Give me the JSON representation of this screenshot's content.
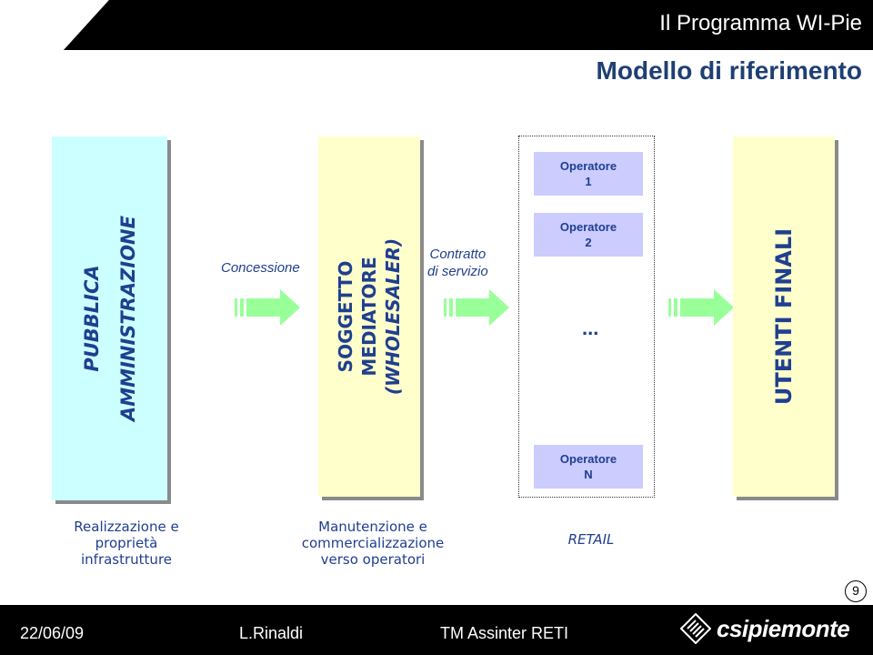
{
  "header": {
    "title": "Il Programma WI-Pie",
    "subtitle": "Modello di riferimento"
  },
  "columns": {
    "pubblica": {
      "line1": "PUBBLICA",
      "line2": "AMMINISTRAZIONE",
      "color": "#ccffff"
    },
    "soggetto": {
      "line1": "SOGGETTO",
      "line2": "MEDIATORE",
      "line3": "(WHOLESALER)",
      "color": "#ffffcc"
    },
    "utenti": {
      "label": "UTENTI FINALI",
      "color": "#ffffcc"
    }
  },
  "relations": {
    "concessione": "Concessione",
    "contratto_line1": "Contratto",
    "contratto_line2": "di servizio"
  },
  "operators": [
    {
      "name": "Operatore",
      "num": "1"
    },
    {
      "name": "Operatore",
      "num": "2"
    },
    {
      "name": "Operatore",
      "num": "N"
    }
  ],
  "operators_ellipsis": "...",
  "captions": {
    "col1": [
      "Realizzazione e",
      "proprietà",
      "infrastrutture"
    ],
    "col2": [
      "Manutenzione e",
      "commercializzazione",
      "verso operatori"
    ],
    "col3": "RETAIL"
  },
  "page_number": "9",
  "footer": {
    "date": "22/06/09",
    "author": "L.Rinaldi",
    "event": "TM Assinter RETI",
    "logo": "csipiemonte"
  },
  "colors": {
    "text_blue": "#1f3f8f",
    "operator_fill": "#ccccff",
    "arrow_green": "#99ff99"
  }
}
